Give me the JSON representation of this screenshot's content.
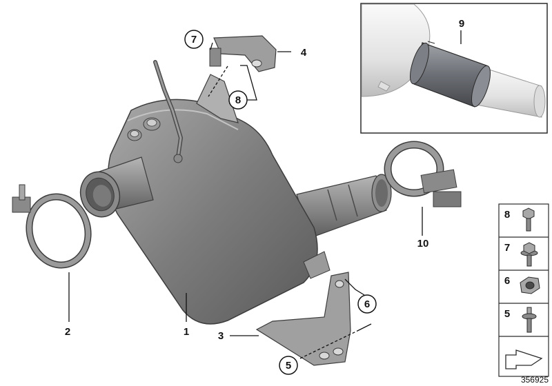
{
  "callouts": {
    "c1": "1",
    "c2": "2",
    "c3": "3",
    "c4": "4",
    "c5": "5",
    "c6": "6",
    "c7": "7",
    "c8": "8",
    "c9": "9",
    "c10": "10"
  },
  "legend": {
    "items": [
      "8",
      "7",
      "6",
      "5"
    ]
  },
  "reference_number": "356925"
}
